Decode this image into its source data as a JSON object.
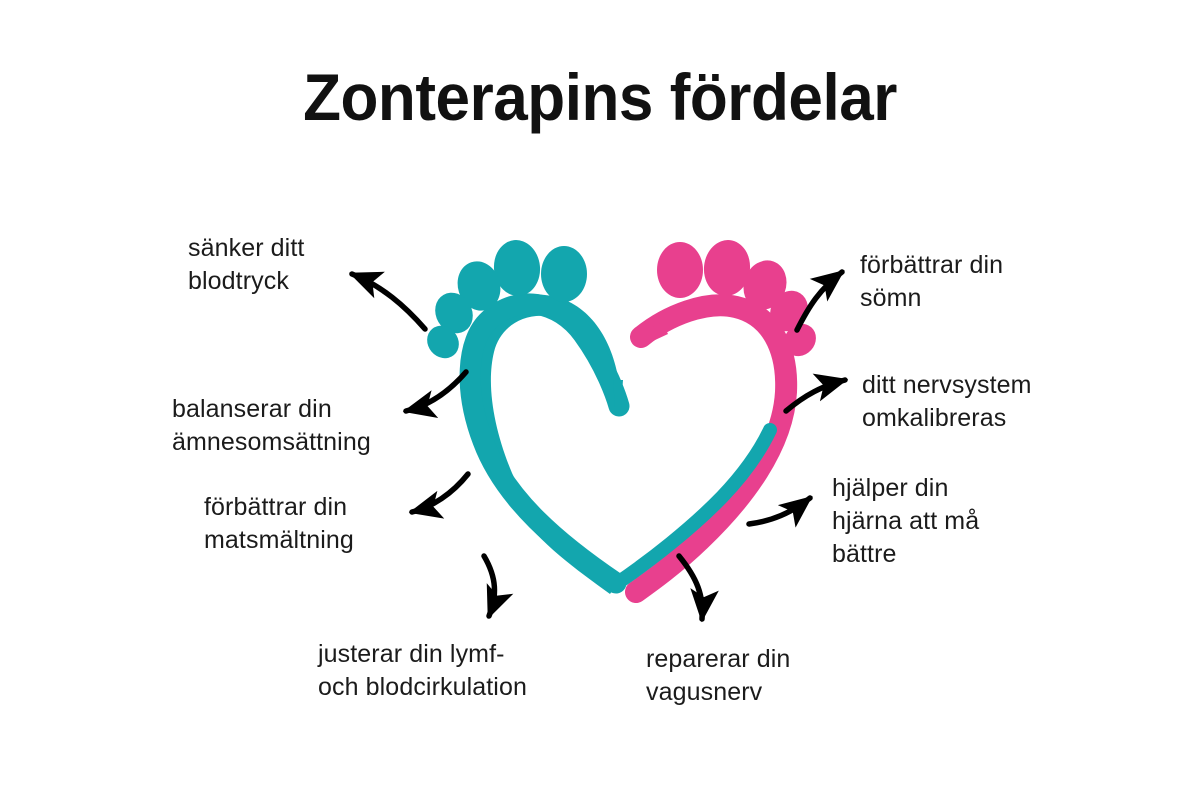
{
  "page": {
    "title": "Zonterapins fördelar",
    "background_color": "#ffffff",
    "text_color": "#1b1b1b"
  },
  "graphic": {
    "name": "baby-feet-heart",
    "description": "Two baby footprints forming a heart shape",
    "left_foot_color": "#13A6AE",
    "right_foot_color": "#E8408E",
    "arrow_color": "#000000",
    "toe_count_per_foot": 5
  },
  "benefits": [
    {
      "id": "blodtryck",
      "side": "left",
      "text": "sänker ditt\nblodtryck",
      "arrow": "curve-up-left"
    },
    {
      "id": "amnesomsattning",
      "side": "left",
      "text": "balanserar din\nämnesomsättning",
      "arrow": "curve-left"
    },
    {
      "id": "matsmaltning",
      "side": "left",
      "text": "förbättrar din\nmatsmältning",
      "arrow": "curve-left"
    },
    {
      "id": "lymf",
      "side": "bottom",
      "text": "justerar din lymf-\noch blodcirkulation",
      "arrow": "curve-down"
    },
    {
      "id": "vagusnerv",
      "side": "bottom",
      "text": "reparerar din\nvagusnerv",
      "arrow": "curve-down"
    },
    {
      "id": "somn",
      "side": "right",
      "text": "förbättrar din\nsömn",
      "arrow": "curve-up-right"
    },
    {
      "id": "nervsystem",
      "side": "right",
      "text": "ditt nervsystem\nomkalibreras",
      "arrow": "curve-right"
    },
    {
      "id": "hjarna",
      "side": "right",
      "text": "hjälper din\nhjärna att må\nbättre",
      "arrow": "curve-up-right"
    }
  ]
}
